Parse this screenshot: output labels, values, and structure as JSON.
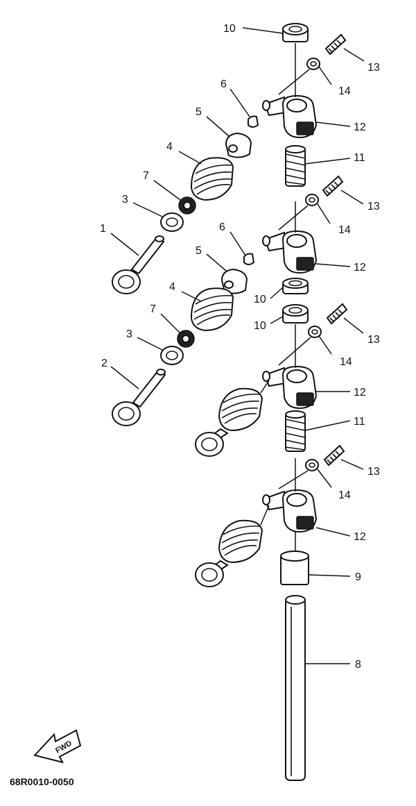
{
  "diagram": {
    "fwd_label": "FWD",
    "doc_code": "68R0010-0050",
    "callouts": {
      "c1": "1",
      "c2": "2",
      "c3a": "3",
      "c3b": "3",
      "c4a": "4",
      "c4b": "4",
      "c5a": "5",
      "c5b": "5",
      "c6a": "6",
      "c6b": "6",
      "c7a": "7",
      "c7b": "7",
      "c8": "8",
      "c9": "9",
      "c10a": "10",
      "c10b": "10",
      "c10c": "10",
      "c11a": "11",
      "c11b": "11",
      "c12a": "12",
      "c12b": "12",
      "c12c": "12",
      "c12d": "12",
      "c13a": "13",
      "c13b": "13",
      "c13c": "13",
      "c13d": "13",
      "c14a": "14",
      "c14b": "14",
      "c14c": "14",
      "c14d": "14"
    }
  }
}
